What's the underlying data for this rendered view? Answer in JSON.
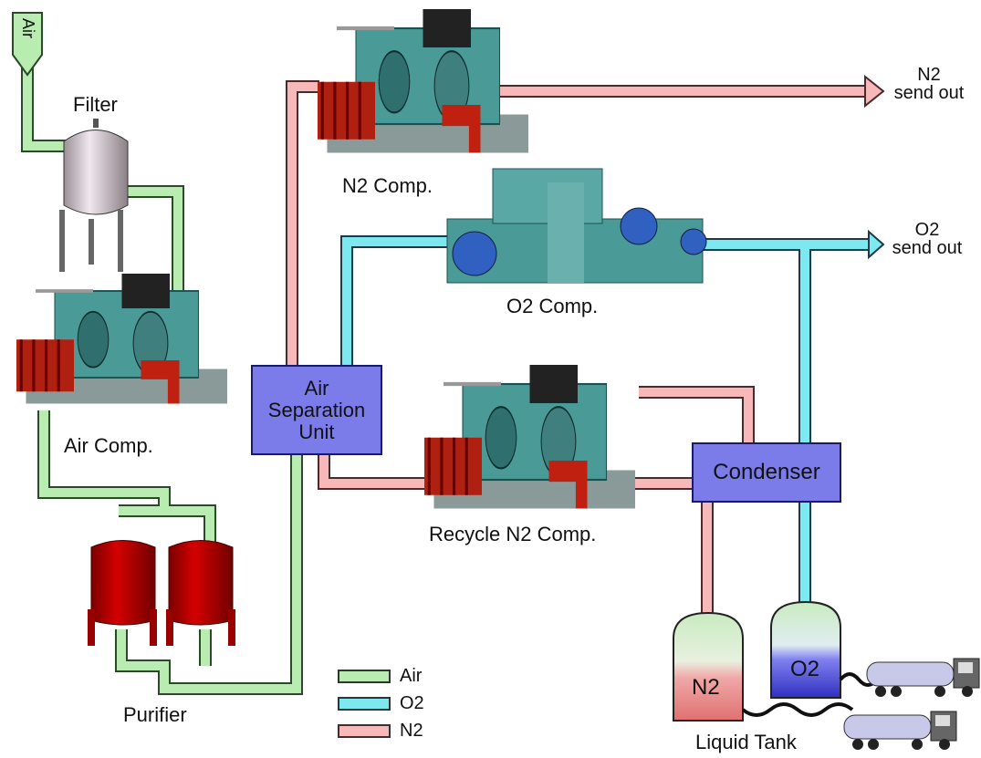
{
  "labels": {
    "air_inlet": "Air",
    "filter": "Filter",
    "air_comp": "Air Comp.",
    "purifier": "Purifier",
    "n2_comp": "N2 Comp.",
    "o2_comp": "O2 Comp.",
    "recycle_comp": "Recycle N2 Comp.",
    "liquid_tank": "Liquid Tank",
    "n2_send_line1": "N2",
    "n2_send_line2": "send out",
    "o2_send_line1": "O2",
    "o2_send_line2": "send out",
    "asu_line1": "Air",
    "asu_line2": "Separation",
    "asu_line3": "Unit",
    "condenser": "Condenser",
    "tank_n2": "N2",
    "tank_o2": "O2"
  },
  "legend": [
    {
      "label": "Air",
      "color": "#b8ecb0"
    },
    {
      "label": "O2",
      "color": "#7ee8f0"
    },
    {
      "label": "N2",
      "color": "#f6b8b8"
    }
  ],
  "colors": {
    "air_pipe": "#b8ecb0",
    "o2_pipe": "#7ee8f0",
    "n2_pipe": "#f6b8b8",
    "unit_box": "#7b7bea",
    "purifier_vessel": "#b80000",
    "filter_vessel": "#d8d0d4"
  },
  "icons": {
    "compressor": "compressor-machine-icon",
    "vessel": "vessel-icon",
    "truck": "tanker-truck-icon"
  }
}
